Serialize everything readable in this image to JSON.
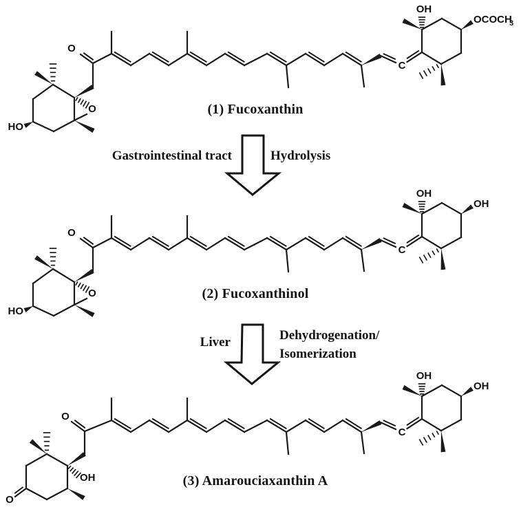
{
  "figure": {
    "background": "#ffffff",
    "line_color": "#1a1a1a",
    "structures": [
      {
        "caption": "(1) Fucoxanthin",
        "labels": {
          "chain_ketone": "O",
          "left_oh": "HO",
          "epoxide_o": "O",
          "allene_c": "C",
          "top_oh": "OH",
          "right_group": "OCOCH",
          "right_group_sub": "3"
        }
      },
      {
        "caption": "(2) Fucoxanthinol",
        "labels": {
          "chain_ketone": "O",
          "left_oh": "HO",
          "epoxide_o": "O",
          "allene_c": "C",
          "top_oh": "OH",
          "right_group": "OH",
          "right_group_sub": ""
        }
      },
      {
        "caption": "(3) Amarouciaxanthin A",
        "labels": {
          "chain_ketone": "O",
          "ring_ketone": "O",
          "ring_oh": "OH",
          "allene_c": "C",
          "top_oh": "OH",
          "right_group": "OH",
          "right_group_sub": ""
        }
      }
    ],
    "arrows": [
      {
        "left_label": "Gastrointestinal tract",
        "right_label": "Hydrolysis"
      },
      {
        "left_label": "Liver",
        "right_label_line1": "Dehydrogenation/",
        "right_label_line2": "Isomerization"
      }
    ]
  }
}
